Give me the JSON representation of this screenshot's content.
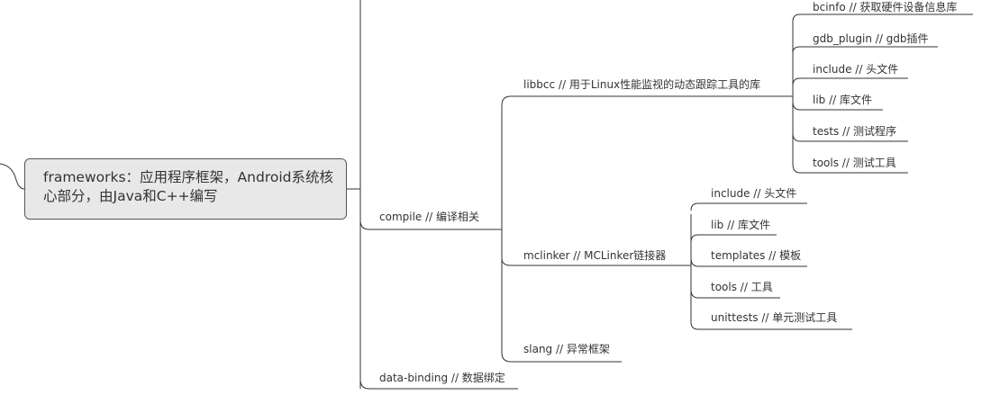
{
  "root": {
    "text": "frameworks：应用程序框架，Android系统核心部分，由Java和C++编写"
  },
  "branches": {
    "compile": {
      "label": "compile // 编译相关"
    },
    "libbcc": {
      "label": "libbcc // 用于Linux性能监视的动态跟踪工具的库",
      "children": [
        "bcinfo // 获取硬件设备信息库",
        "gdb_plugin // gdb插件",
        "include // 头文件",
        "lib // 库文件",
        "tests // 测试程序",
        "tools // 测试工具"
      ]
    },
    "mclinker": {
      "label": "mclinker // MCLinker链接器",
      "children": [
        "include // 头文件",
        "lib // 库文件",
        "templates // 模板",
        "tools // 工具",
        "unittests // 单元测试工具"
      ]
    },
    "slang": {
      "label": "slang // 异常框架"
    },
    "data_binding": {
      "label": "data-binding // 数据绑定"
    }
  }
}
